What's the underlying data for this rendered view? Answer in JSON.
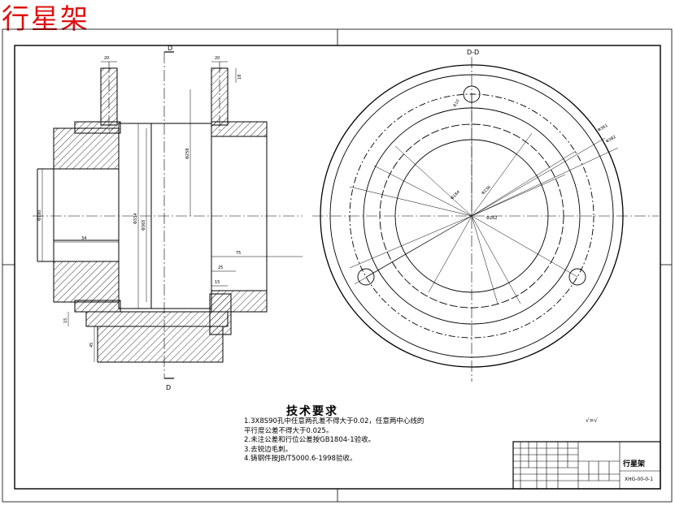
{
  "page_title": "行星架",
  "section_labels": {
    "top": "D",
    "bottom": "D",
    "view": "D-D"
  },
  "tech_requirements": {
    "title": "技术要求",
    "items": [
      "1.3X8S90孔中任意两孔差不得大于0.02，任意两中心线的",
      "平行度公差不得大于0.025。",
      "2.未注公差和行位公差按GB1804-1验收。",
      "3.去锐边毛刺。",
      "4.铸钢件按JB/T5000.6-1998验收。"
    ]
  },
  "roughness_note": "√=√",
  "title_block": {
    "part_name": "行星架",
    "drawing_code": "XHG-00-0-1"
  }
}
